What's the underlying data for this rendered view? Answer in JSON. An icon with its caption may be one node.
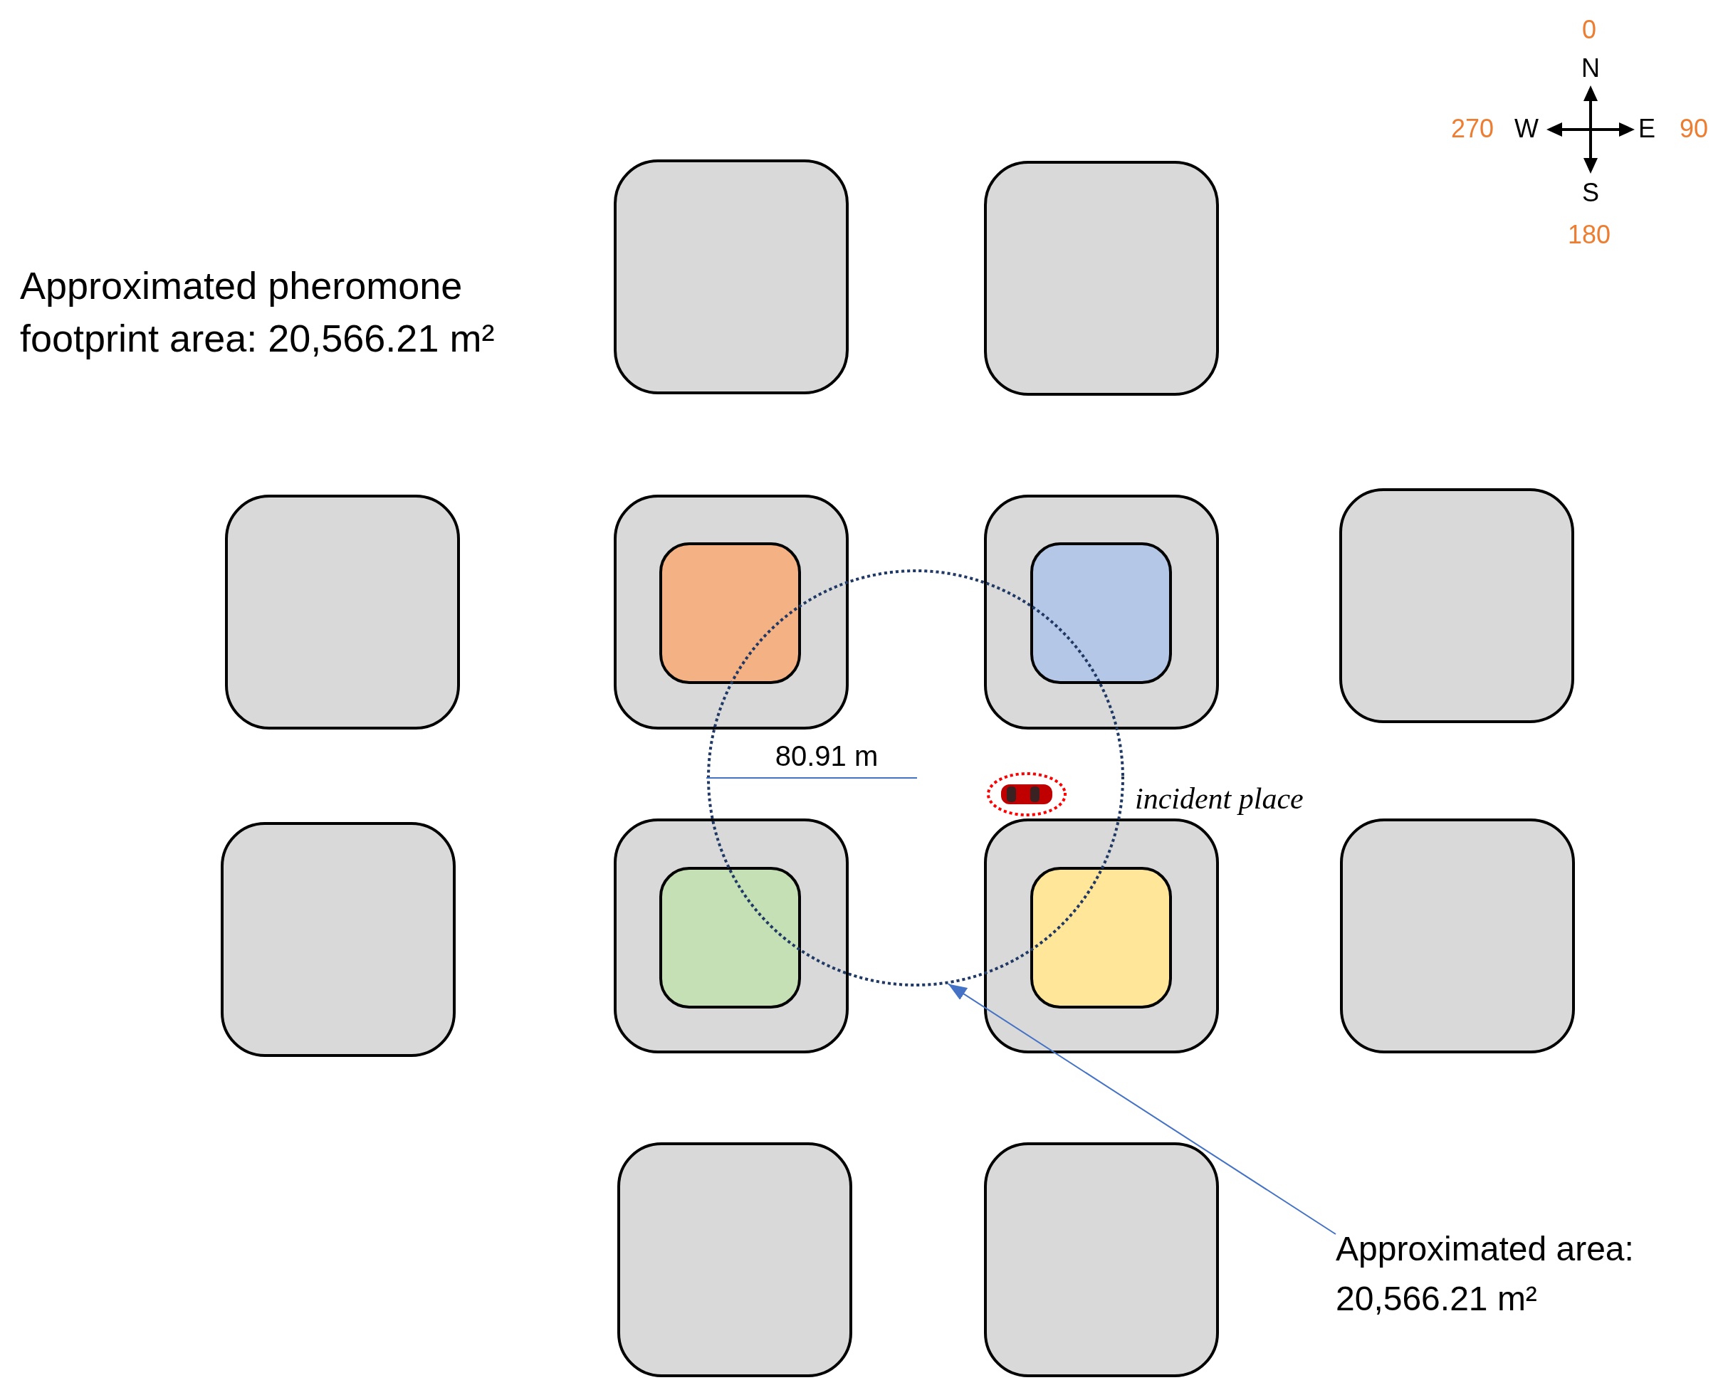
{
  "diagram": {
    "title": "Approximated pheromone footprint area: 20,566.21 m²",
    "nodes": [
      {
        "text": [],
        "shape": "box"
      },
      {
        "text": [],
        "shape": "box"
      },
      {
        "text": [],
        "shape": "box"
      },
      {
        "text": [],
        "shape": "box"
      },
      {
        "text": [],
        "shape": "box",
        "in": 3
      },
      {
        "text": [],
        "shape": "box"
      },
      {
        "text": [],
        "shape": "box",
        "in": 5
      },
      {
        "text": [],
        "shape": "box"
      },
      {
        "text": [],
        "shape": "circle"
      },
      {
        "text": [],
        "shape": "box"
      },
      {
        "text": [],
        "shape": "box"
      },
      {
        "text": [],
        "shape": "box",
        "in": 10
      },
      {
        "text": [],
        "shape": "box"
      },
      {
        "text": [],
        "shape": "box",
        "in": 12
      },
      {
        "text": [],
        "shape": "box"
      },
      {
        "text": [],
        "shape": "box"
      },
      {
        "text": [],
        "shape": "box"
      },
      {
        "text": [
          "Approximated area: 20,566.21 m²"
        ]
      }
    ],
    "edges": [
      {
        "from": 17,
        "to": 8,
        "arrow": "to"
      }
    ],
    "labels": [
      "0",
      "N",
      "270",
      "W",
      "E",
      "90",
      "S",
      "180",
      "80.91 m",
      "incident place"
    ]
  }
}
